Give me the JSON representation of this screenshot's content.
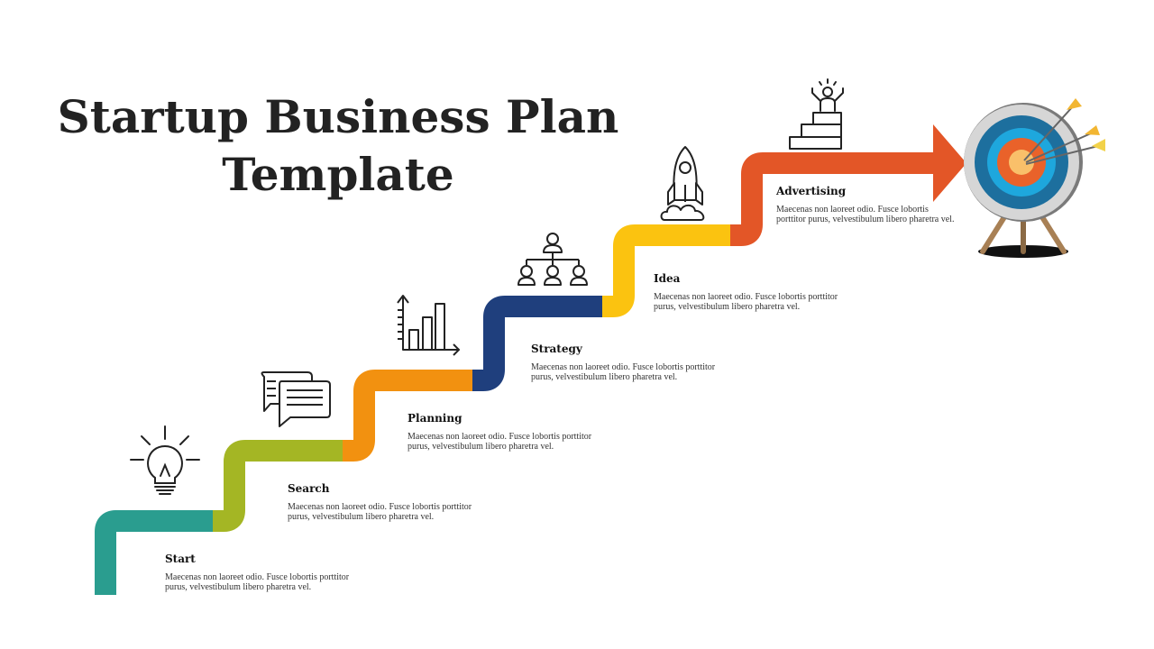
{
  "title": {
    "line1": "Startup Business Plan",
    "line2": "Template"
  },
  "steps": [
    {
      "label": "Start",
      "description": "Maecenas non laoreet odio. Fusce lobortis porttitor purus, velvestibulum libero pharetra vel.",
      "color": "#2a9d8f",
      "icon": "lightbulb-icon"
    },
    {
      "label": "Search",
      "description": "Maecenas non laoreet odio. Fusce lobortis porttitor purus, velvestibulum libero pharetra vel.",
      "color": "#a4b624",
      "icon": "chat-bubbles-icon"
    },
    {
      "label": "Planning",
      "description": "Maecenas non laoreet odio. Fusce lobortis porttitor purus, velvestibulum libero pharetra vel.",
      "color": "#f29110",
      "icon": "bar-chart-icon"
    },
    {
      "label": "Strategy",
      "description": "Maecenas non laoreet odio. Fusce lobortis porttitor purus, velvestibulum libero pharetra vel.",
      "color": "#1f3f7d",
      "icon": "org-chart-icon"
    },
    {
      "label": "Idea",
      "description": "Maecenas non laoreet odio. Fusce lobortis porttitor purus, velvestibulum libero pharetra vel.",
      "color": "#fbc310",
      "icon": "rocket-icon"
    },
    {
      "label": "Advertising",
      "description": "Maecenas non laoreet odio. Fusce lobortis porttitor purus, velvestibulum libero pharetra vel.",
      "color": "#e35627",
      "icon": "success-stairs-icon"
    }
  ],
  "goal_icon": "target-icon"
}
